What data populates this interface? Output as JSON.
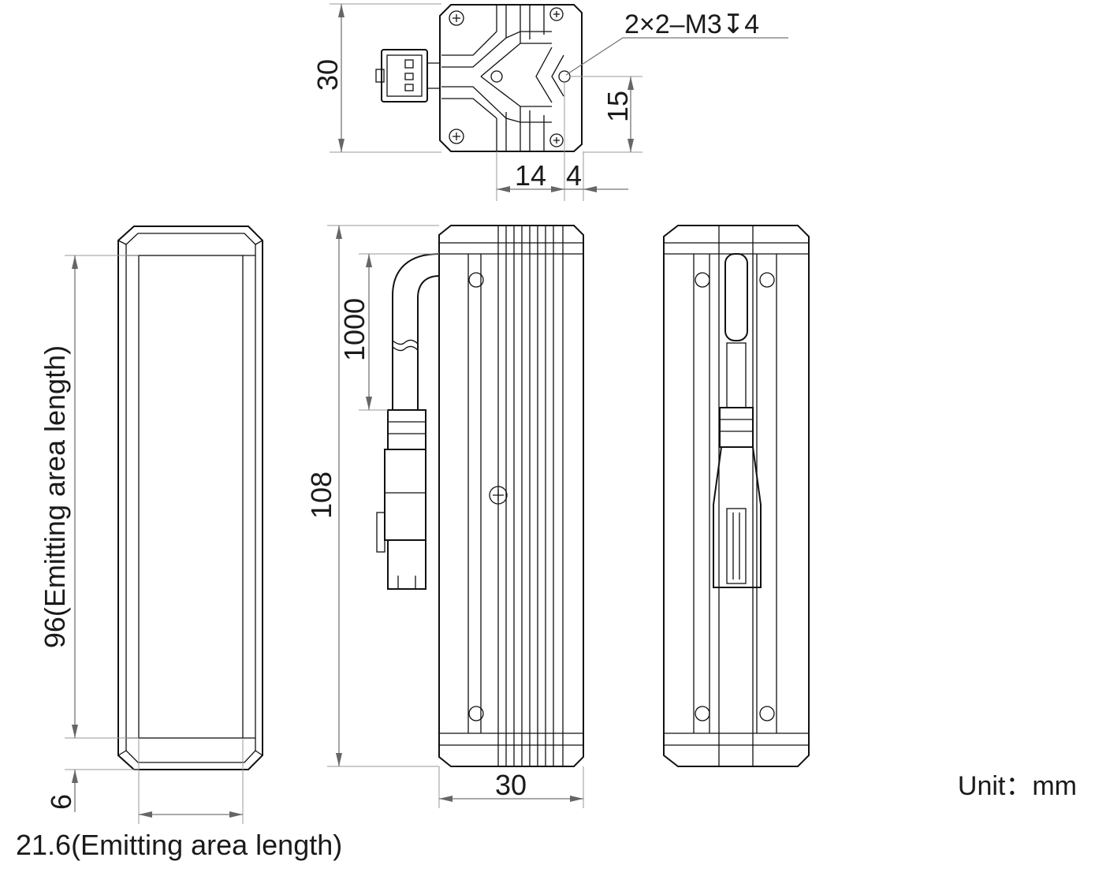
{
  "drawing": {
    "top_view": {
      "height_dim": "30",
      "hole_callout": "2×2–M3↧4",
      "hole_offset_dim": "15",
      "hole_spacing_dim": "14",
      "hole_edge_dim": "4"
    },
    "front_view": {
      "emitting_length": "96(Emitting area length)",
      "end_offset": "6",
      "emitting_width": "21.6(Emitting area length)"
    },
    "side_view": {
      "cable_length": "1000",
      "total_length": "108",
      "width_dim": "30"
    },
    "unit_label": "Unit：mm"
  }
}
